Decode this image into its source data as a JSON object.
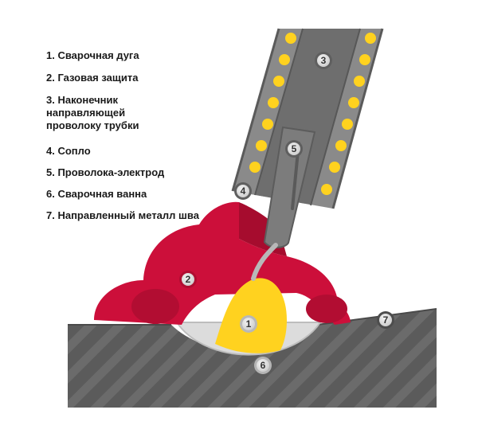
{
  "legend": {
    "items": [
      "1. Сварочная дуга",
      "2. Газовая защита",
      "3. Наконечник направляющей проволоку трубки",
      "4. Сопло",
      "5. Проволока-электрод",
      "6. Сварочная ванна",
      "7. Направленный металл шва"
    ],
    "item3_lines": [
      "3. Наконечник",
      "направляющей",
      "проволоку трубки"
    ]
  },
  "markers": {
    "m1": "1",
    "m2": "2",
    "m3": "3",
    "m4": "4",
    "m5": "5",
    "m6": "6",
    "m7": "7"
  },
  "colors": {
    "metal": "#5b5b5b",
    "metal_stripe": "#6c6c6c",
    "shielding_gas": "#cc0f3a",
    "shielding_gas_dark": "#a60c2e",
    "arc": "#ffd21f",
    "weld_pool": "#dcdcdc",
    "nozzle": "#8a8a8a",
    "nozzle_inner": "#6e6e6e",
    "holes": "#ffd21f",
    "marker_bg": "#8c8c8c"
  }
}
